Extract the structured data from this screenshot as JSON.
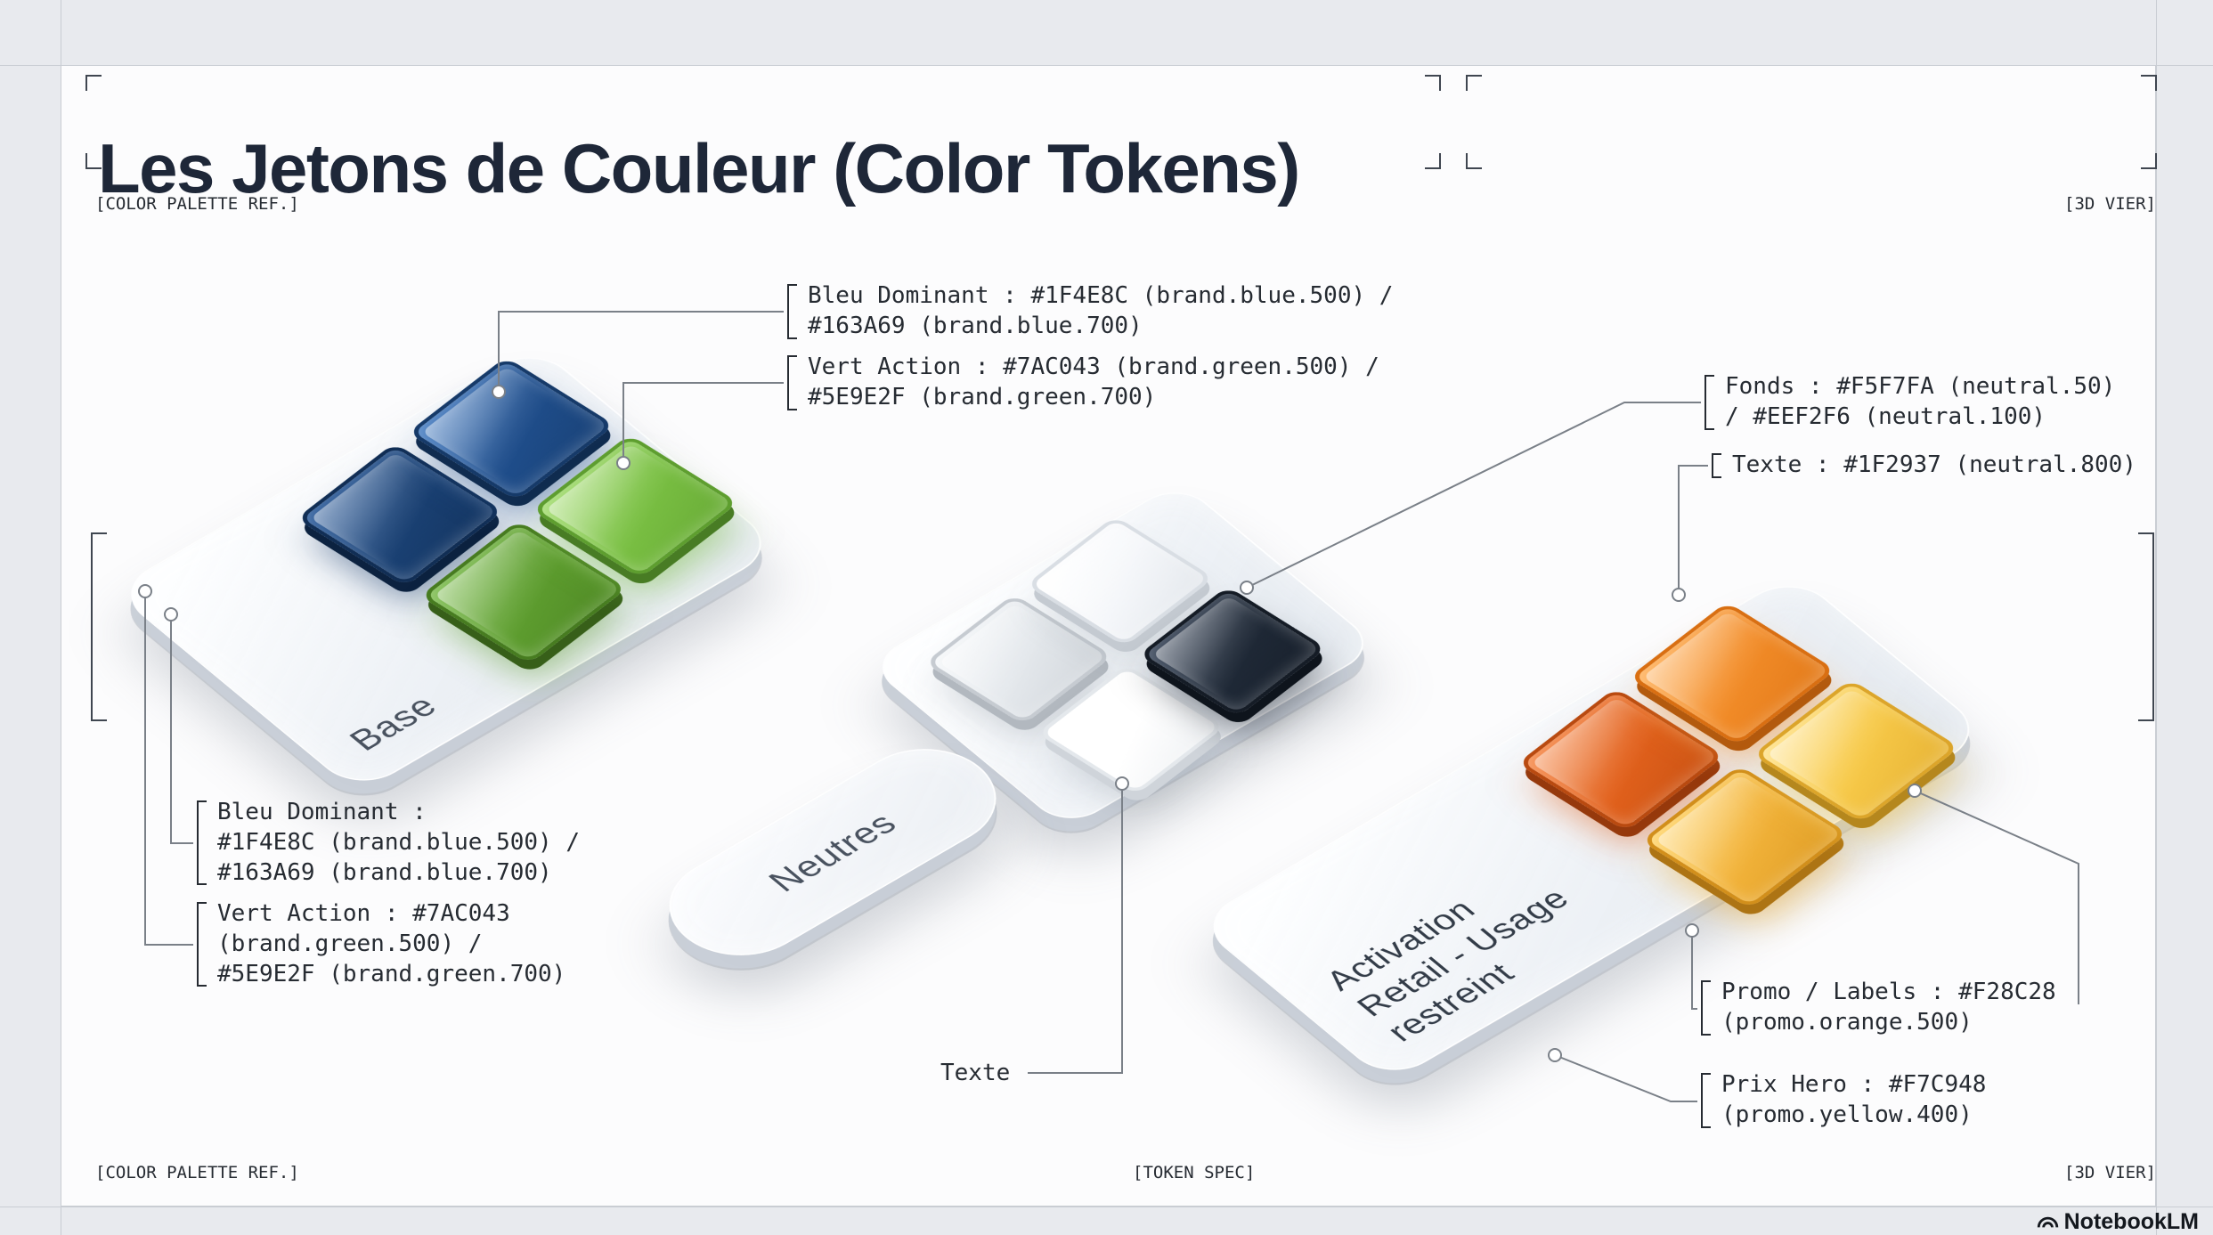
{
  "theme": {
    "bg": "#E8EAEE",
    "canvas": "#FCFCFD",
    "frame-line": "#C9CDD3",
    "ink": "#1E2738",
    "mono-ink": "#262B32",
    "leader": "#7A8088"
  },
  "title": "Les Jetons de Couleur (Color Tokens)",
  "corner_labels": {
    "top_left": "[COLOR PALETTE REF.]",
    "top_right": "[3D VIER]",
    "bottom_left": "[COLOR PALETTE REF.]",
    "bottom_center": "[TOKEN SPEC]",
    "bottom_right": "[3D VIER]"
  },
  "branding": {
    "name": "NotebookLM"
  },
  "plates": {
    "base": {
      "label": "Base",
      "tiles": [
        {
          "face": "#1A4174",
          "hi": "#2B5B9B",
          "edge": "#112E55",
          "side": "#0C2240",
          "glow": "rgba(22,58,105,0.5)"
        },
        {
          "face": "#1F4E8C",
          "hi": "#4A80C4",
          "edge": "#163A69",
          "side": "#102C50",
          "glow": "rgba(31,78,140,0.5)"
        },
        {
          "face": "#5E9E2F",
          "hi": "#7FBE52",
          "edge": "#477C20",
          "side": "#375F19",
          "glow": "rgba(94,158,47,0.5)"
        },
        {
          "face": "#7AC043",
          "hi": "#A6DE74",
          "edge": "#5E9E2F",
          "side": "#487C24",
          "glow": "rgba(122,192,67,0.55)"
        }
      ]
    },
    "neutres": {
      "label": "Neutres",
      "tiles": [
        {
          "face": "#E4E8EC",
          "hi": "#F6F8FA",
          "edge": "#C6CBD1",
          "side": "#B2B8BF",
          "glow": "rgba(120,130,140,0.3)"
        },
        {
          "face": "#F5F7FA",
          "hi": "#FFFFFF",
          "edge": "#D9DEE4",
          "side": "#C4CAD1",
          "glow": "rgba(120,130,140,0.22)"
        },
        {
          "face": "#FFFFFF",
          "hi": "#FFFFFF",
          "edge": "#E4E8EC",
          "side": "#CFD4DA",
          "glow": "rgba(120,130,140,0.28)"
        },
        {
          "face": "#1F2937",
          "hi": "#39465A",
          "edge": "#151C26",
          "side": "#0E141C",
          "glow": "rgba(20,26,36,0.5)"
        }
      ]
    },
    "activation": {
      "lines": [
        "Activation",
        "Retail - Usage",
        "restreint"
      ],
      "tiles": [
        {
          "face": "#E2611C",
          "hi": "#F68B4C",
          "edge": "#B94A10",
          "side": "#96390C",
          "glow": "rgba(226,97,28,0.5)"
        },
        {
          "face": "#F28C28",
          "hi": "#FFB35E",
          "edge": "#D96F12",
          "side": "#B35A0E",
          "glow": "rgba(242,140,40,0.55)"
        },
        {
          "face": "#F2B33A",
          "hi": "#FFD66E",
          "edge": "#D28F1B",
          "side": "#AD7414",
          "glow": "rgba(242,179,58,0.55)"
        },
        {
          "face": "#F7C948",
          "hi": "#FFE38C",
          "edge": "#DCA52A",
          "side": "#B5871D",
          "glow": "rgba(247,201,72,0.55)"
        }
      ]
    }
  },
  "callouts": {
    "top_blue": {
      "lines": [
        "Bleu Dominant : #1F4E8C (brand.blue.500) /",
        "#163A69 (brand.blue.700)"
      ]
    },
    "top_green": {
      "lines": [
        "Vert Action : #7AC043 (brand.green.500) /",
        "#5E9E2F (brand.green.700)"
      ]
    },
    "fonds": {
      "lines": [
        "Fonds : #F5F7FA (neutral.50)",
        "/ #EEF2F6 (neutral.100)"
      ]
    },
    "texte_right": {
      "lines": [
        "Texte : #1F2937 (neutral.800)"
      ]
    },
    "left_blue": {
      "lines": [
        "Bleu Dominant :",
        "#1F4E8C (brand.blue.500) /",
        "#163A69 (brand.blue.700)"
      ]
    },
    "left_green": {
      "lines": [
        "Vert Action : #7AC043",
        "(brand.green.500) /",
        "#5E9E2F (brand.green.700)"
      ]
    },
    "texte_bottom": {
      "label": "Texte"
    },
    "promo": {
      "lines": [
        "Promo / Labels : #F28C28",
        "(promo.orange.500)"
      ]
    },
    "prix": {
      "lines": [
        "Prix Hero : #F7C948",
        "(promo.yellow.400)"
      ]
    }
  }
}
